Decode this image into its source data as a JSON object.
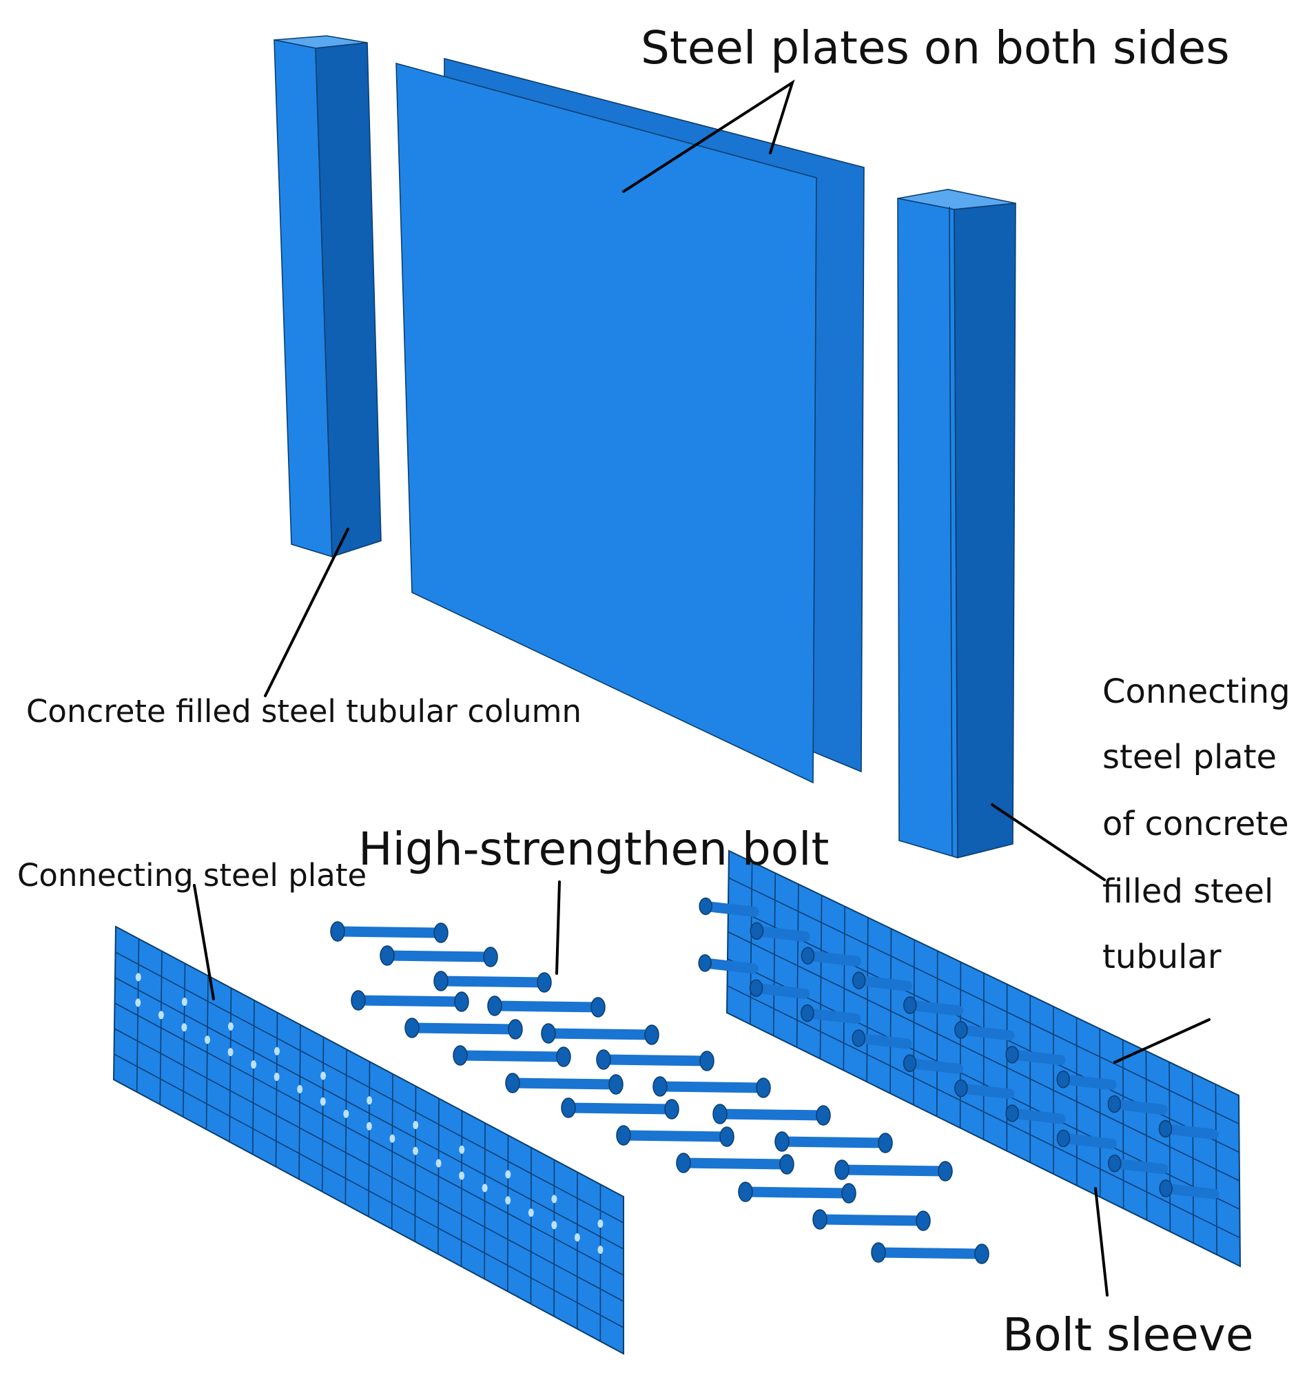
{
  "colors": {
    "face_light": "#1f84e6",
    "face_mid": "#1a74d1",
    "face_dark": "#0f5fb3",
    "edge": "#0a3e6e",
    "hole": "#bfe1ff",
    "label": "#111111"
  },
  "labels": {
    "steel_plates": "Steel plates on both sides",
    "cfst_column": "Concrete filled steel tubular column",
    "connecting_plate_cfst": [
      "Connecting",
      "steel plate",
      "of concrete",
      "filled steel",
      "tubular"
    ],
    "hs_bolt": "High-strengthen bolt",
    "connecting_plate": "Connecting steel plate",
    "bolt_sleeve": "Bolt sleeve"
  },
  "parts": [
    "Steel plates on both sides",
    "Concrete filled steel tubular column",
    "Connecting steel plate of concrete filled steel tubular",
    "High-strengthen bolt",
    "Connecting steel plate",
    "Bolt sleeve"
  ]
}
